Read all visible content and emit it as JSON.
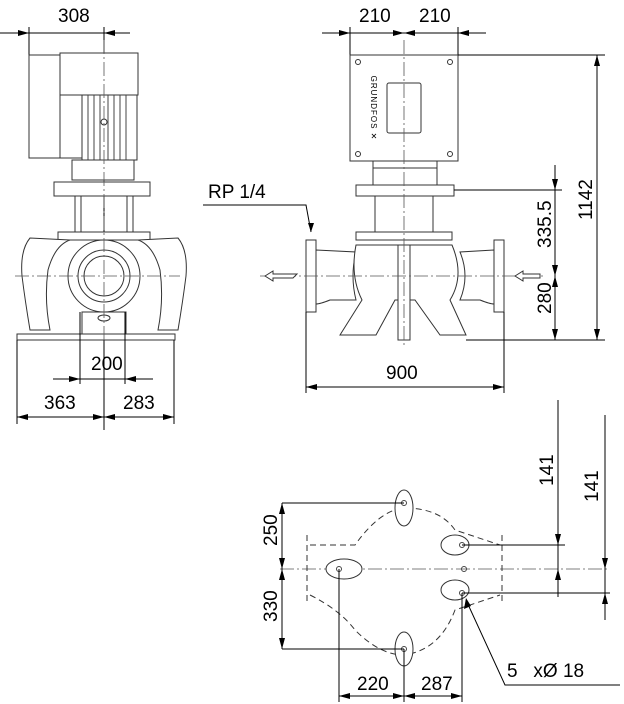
{
  "drawing": {
    "side_view": {
      "dim_top": "308",
      "dim_flange": "200",
      "dim_left": "363",
      "dim_right": "283"
    },
    "front_view": {
      "dim_top_left": "210",
      "dim_top_right": "210",
      "port_label": "RP 1/4",
      "dim_flange_height": "335.5",
      "dim_inlet_height": "280",
      "dim_total_height": "1142",
      "dim_length": "900",
      "brand_text": "GRUNDFOS"
    },
    "foot_view": {
      "dim_upper": "250",
      "dim_lower": "330",
      "dim_left": "220",
      "dim_right": "287",
      "dim_offset_a": "141",
      "dim_offset_b": "141",
      "holes_label": "5   xØ 18"
    }
  }
}
